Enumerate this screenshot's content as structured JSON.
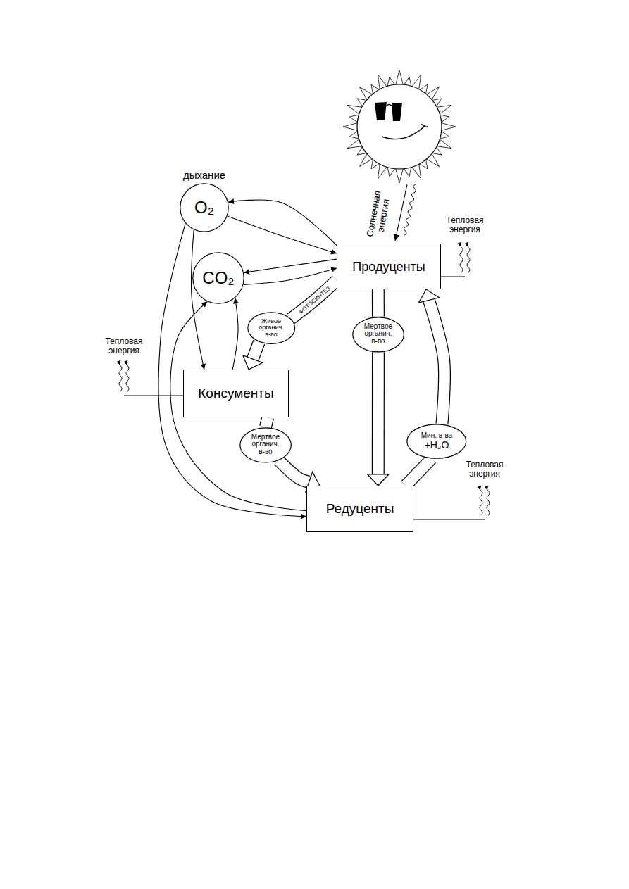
{
  "diagram": {
    "nodes": [
      {
        "text": [
          "дыхание",
          "O₂"
        ]
      },
      {
        "text": [
          "Продуценты"
        ]
      },
      {
        "text": [
          "CO₂"
        ]
      },
      {
        "text": [
          "Живое органич. в-во"
        ]
      },
      {
        "text": [
          "Мертвое органич. в-во"
        ]
      },
      {
        "text": [
          "Консументы"
        ]
      },
      {
        "text": [
          "Мертвое органич. в-во"
        ]
      },
      {
        "text": [
          "Мин. в-ва",
          "+H₂O"
        ]
      },
      {
        "text": [
          "Редуценты"
        ]
      }
    ],
    "edges": [
      {
        "from": 1,
        "to": 0,
        "arrow": "to"
      },
      {
        "from": 0,
        "to": 1,
        "arrow": "to"
      },
      {
        "from": 1,
        "to": 2,
        "arrow": "to"
      },
      {
        "from": 2,
        "to": 1,
        "arrow": "to"
      },
      {
        "from": 0,
        "to": 5,
        "arrow": "to"
      },
      {
        "from": 0,
        "to": 8,
        "arrow": "to"
      },
      {
        "from": 5,
        "to": 2,
        "arrow": "to"
      },
      {
        "from": 8,
        "to": 2,
        "arrow": "to"
      },
      {
        "from": 1,
        "to": 3,
        "label": "ФОТОСИНТЕЗ",
        "arrow": "none"
      },
      {
        "from": 3,
        "to": 5,
        "arrow": "to"
      },
      {
        "from": 1,
        "to": 4,
        "arrow": "none"
      },
      {
        "from": 4,
        "to": 8,
        "arrow": "to"
      },
      {
        "from": 5,
        "to": 6,
        "arrow": "none"
      },
      {
        "from": 6,
        "to": 8,
        "arrow": "to"
      },
      {
        "from": 8,
        "to": 7,
        "arrow": "none"
      },
      {
        "from": 7,
        "to": 1,
        "arrow": "to"
      }
    ],
    "labels": [
      "Солнечная энергия",
      "Тепловая энергия",
      "Тепловая энергия",
      "Тепловая энергия"
    ]
  }
}
